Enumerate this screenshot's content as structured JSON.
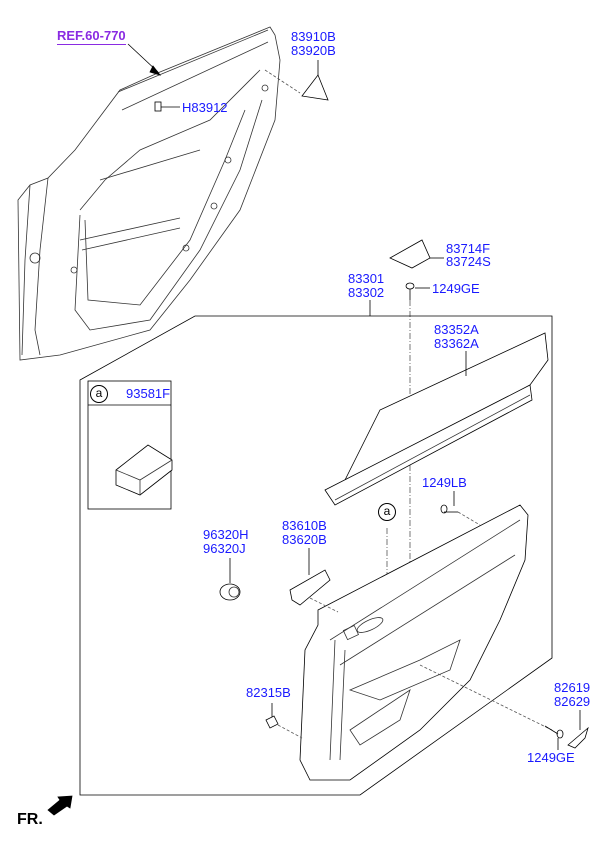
{
  "reference": {
    "label": "REF.60-770"
  },
  "parts": {
    "triangle_cover": [
      "83910B",
      "83920B"
    ],
    "clip_upper": "H83912",
    "cover_trim": [
      "83714F",
      "83724S"
    ],
    "panel_assy": [
      "83301",
      "83302"
    ],
    "screw_upper": "1249GE",
    "upper_trim": [
      "83352A",
      "83362A"
    ],
    "switch_box": {
      "marker": "a",
      "part": "93581F"
    },
    "screw_lb": "1249LB",
    "callout_marker": "a",
    "tweeter": [
      "96320H",
      "96320J"
    ],
    "inside_handle": [
      "83610B",
      "83620B"
    ],
    "clip_lower": "82315B",
    "pull_cover": [
      "82619",
      "82629"
    ],
    "screw_lower": "1249GE"
  },
  "direction": {
    "label": "FR."
  },
  "colors": {
    "label_text": "#1a1aff",
    "reference_text": "#8a2be2",
    "line": "#000000"
  }
}
